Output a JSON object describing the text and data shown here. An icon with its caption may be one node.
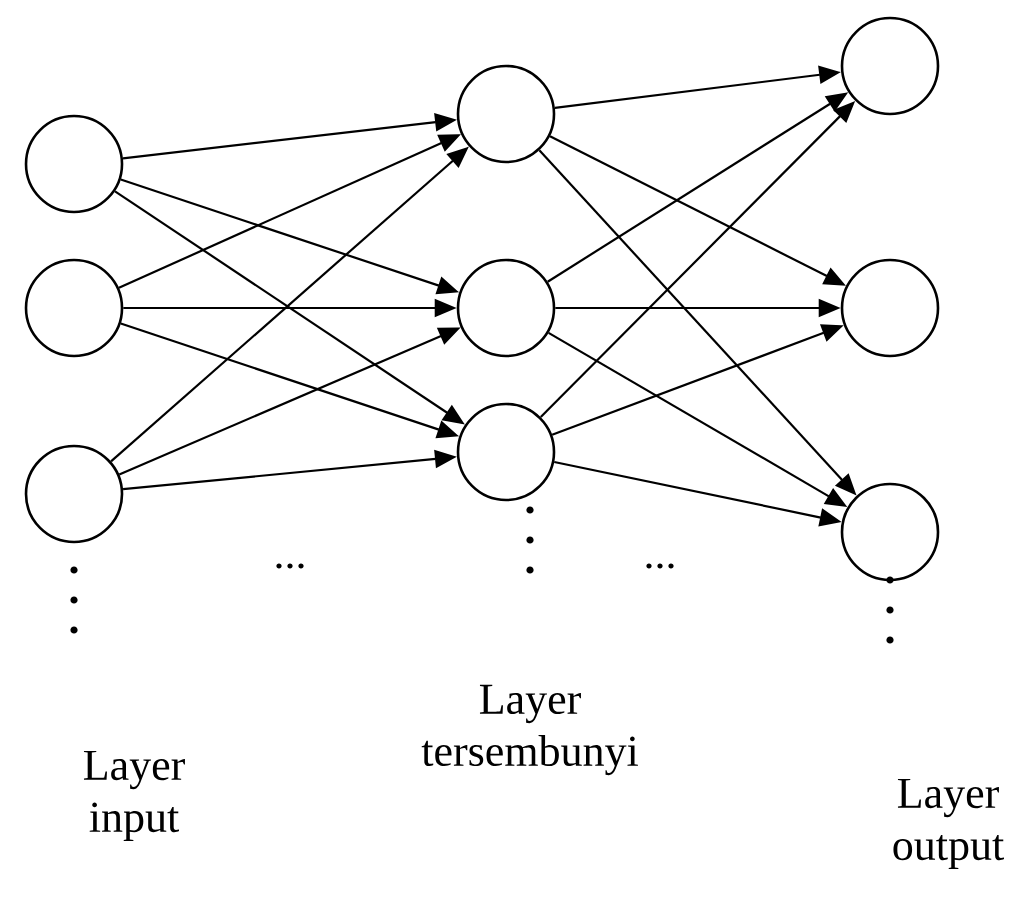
{
  "diagram": {
    "nodes": [
      {
        "text": [],
        "shape": "circle"
      },
      {
        "text": [],
        "shape": "circle"
      },
      {
        "text": [],
        "shape": "circle"
      },
      {
        "text": [],
        "shape": "circle"
      },
      {
        "text": [],
        "shape": "circle"
      },
      {
        "text": [],
        "shape": "circle"
      },
      {
        "text": [],
        "shape": "circle"
      },
      {
        "text": [],
        "shape": "circle"
      },
      {
        "text": [],
        "shape": "circle"
      }
    ],
    "edges": [
      {
        "from": 0,
        "to": 3,
        "arrow": "to"
      },
      {
        "from": 0,
        "to": 4,
        "arrow": "to"
      },
      {
        "from": 0,
        "to": 5,
        "arrow": "to"
      },
      {
        "from": 1,
        "to": 3,
        "arrow": "to"
      },
      {
        "from": 1,
        "to": 4,
        "arrow": "to"
      },
      {
        "from": 1,
        "to": 5,
        "arrow": "to"
      },
      {
        "from": 2,
        "to": 3,
        "arrow": "to"
      },
      {
        "from": 2,
        "to": 4,
        "arrow": "to"
      },
      {
        "from": 2,
        "to": 5,
        "arrow": "to"
      },
      {
        "from": 3,
        "to": 6,
        "arrow": "to"
      },
      {
        "from": 3,
        "to": 7,
        "arrow": "to"
      },
      {
        "from": 3,
        "to": 8,
        "arrow": "to"
      },
      {
        "from": 4,
        "to": 6,
        "arrow": "to"
      },
      {
        "from": 4,
        "to": 7,
        "arrow": "to"
      },
      {
        "from": 4,
        "to": 8,
        "arrow": "to"
      },
      {
        "from": 5,
        "to": 6,
        "arrow": "to"
      },
      {
        "from": 5,
        "to": 7,
        "arrow": "to"
      },
      {
        "from": 5,
        "to": 8,
        "arrow": "to"
      }
    ],
    "labels": [
      "...",
      "...",
      "Layer tersembunyi",
      "Layer input",
      "Layer output"
    ]
  }
}
